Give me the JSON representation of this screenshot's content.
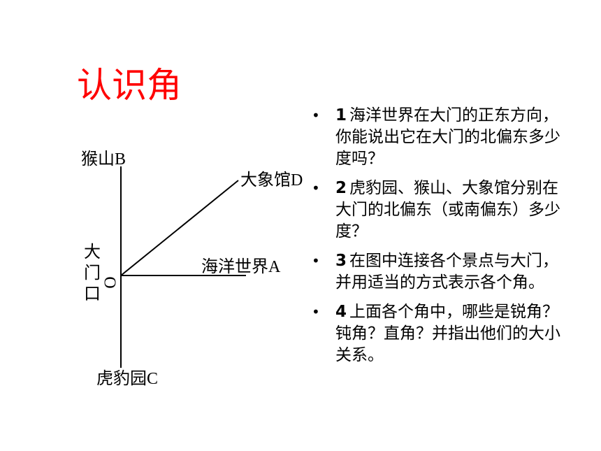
{
  "title": "认识角",
  "diagram": {
    "north_label": "猴山B",
    "northeast_label": "大象馆D",
    "east_label": "海洋世界A",
    "south_label": "虎豹园C",
    "gate_label": "大门口",
    "origin_label": "O"
  },
  "questions": [
    {
      "num": "1",
      "text": "海洋世界在大门的正东方向，你能说出它在大门的北偏东多少度吗？"
    },
    {
      "num": "2",
      "text": "虎豹园、猴山、大象馆分别在大门的北偏东（或南偏东）多少度？"
    },
    {
      "num": "3",
      "text": "在图中连接各个景点与大门，并用适当的方式表示各个角。"
    },
    {
      "num": "4",
      "text": "上面各个角中，哪些是锐角？钝角？直角？并指出他们的大小关系。"
    }
  ],
  "bullet": "•"
}
